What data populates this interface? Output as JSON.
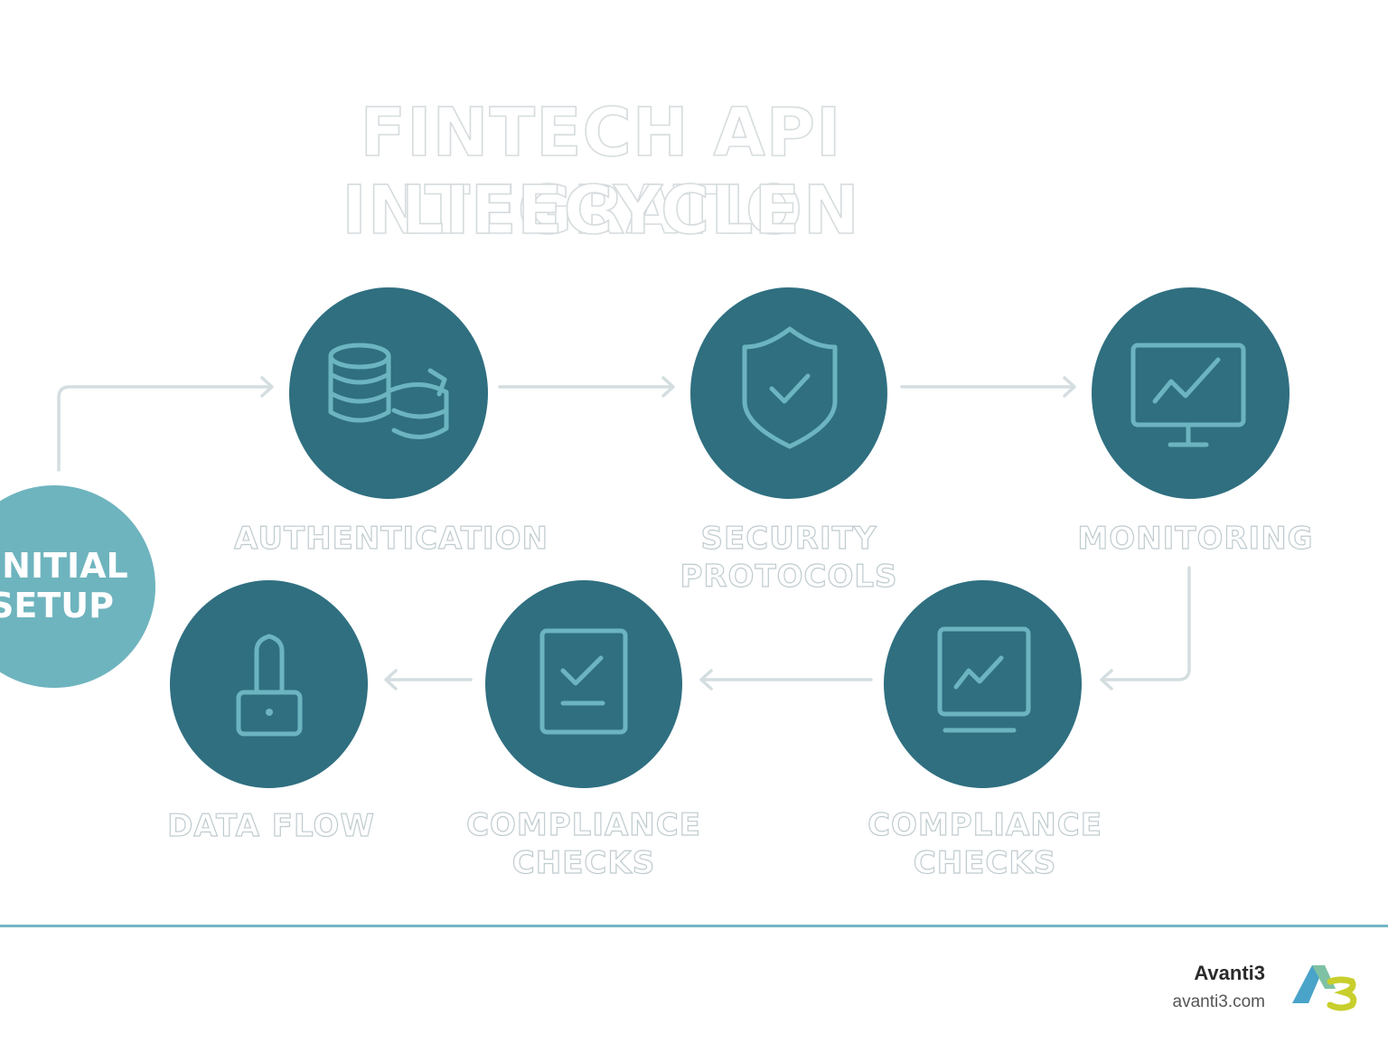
{
  "title": {
    "line1": "FINTECH API INTEGRATION",
    "line2": "LIFECYCLE"
  },
  "start": {
    "line1": "INITIAL",
    "line2": "SETUP"
  },
  "steps": [
    {
      "line1": "AUTHENTICATION",
      "line2": "",
      "icon": "database-sync-icon"
    },
    {
      "line1": "SECURITY",
      "line2": "PROTOCOLS",
      "icon": "shield-check-icon"
    },
    {
      "line1": "MONITORING",
      "line2": "",
      "icon": "monitor-chart-icon"
    },
    {
      "line1": "COMPLIANCE",
      "line2": "CHECKS",
      "icon": "screen-chart-icon"
    },
    {
      "line1": "COMPLIANCE",
      "line2": "CHECKS",
      "icon": "document-check-icon"
    },
    {
      "line1": "DATA FLOW",
      "line2": "",
      "icon": "lock-icon"
    }
  ],
  "colors": {
    "node": "#2f6f80",
    "start_node": "#6eb4be",
    "icon_stroke": "#6cb4c0",
    "connector": "#d4dde0",
    "footer_rule": "#73b5c6"
  },
  "footer": {
    "brand": "Avanti3",
    "url": "avanti3.com",
    "logo_text": "A3"
  }
}
